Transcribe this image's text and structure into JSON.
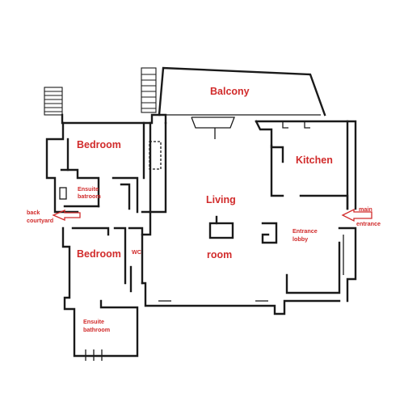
{
  "rooms": {
    "balcony": "Balcony",
    "bedroom_top": "Bedroom",
    "ensuite_top_line1": "Ensuite",
    "ensuite_top_line2": "batroom",
    "kitchen": "Kitchen",
    "living_line1": "Living",
    "living_line2": "room",
    "bedroom_bottom": "Bedroom",
    "wc": "WC",
    "entrance_line1": "Entrance",
    "entrance_line2": "lobby",
    "ensuite_bottom_line1": "Ensuite",
    "ensuite_bottom_line2": "bathroom"
  },
  "annotations": {
    "back_line1": "back",
    "back_line2": "courtyard",
    "main_line1": "main",
    "main_line2": "entrance"
  },
  "colors": {
    "label": "#d12b2b",
    "wall": "#1a1a1a",
    "background": "#ffffff"
  }
}
